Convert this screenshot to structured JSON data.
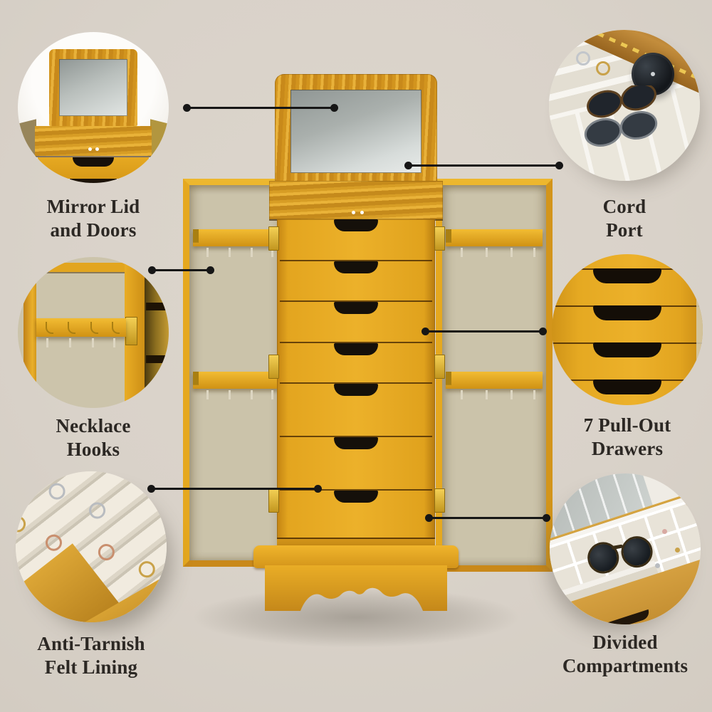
{
  "figure_type": "product-feature-infographic",
  "product": {
    "name": "jewelry armoire",
    "drawer_count_shown": 7,
    "doors_shown": 2,
    "hook_rails_per_door": 2
  },
  "callouts": [
    {
      "id": "mirror-lid",
      "line1": "Mirror Lid",
      "line2": "and Doors"
    },
    {
      "id": "cord-port",
      "line1": "Cord",
      "line2": "Port"
    },
    {
      "id": "necklace-hooks",
      "line1": "Necklace",
      "line2": "Hooks"
    },
    {
      "id": "pull-out-drawers",
      "line1": "7 Pull-Out",
      "line2": "Drawers"
    },
    {
      "id": "felt-lining",
      "line1": "Anti-Tarnish",
      "line2": "Felt Lining"
    },
    {
      "id": "divided-compartments",
      "line1": "Divided",
      "line2": "Compartments"
    }
  ],
  "colors": {
    "background": "#DAD3CA",
    "cabinet_yellow": "#E2A41F",
    "wood_grain": "#D79E2B",
    "door_interior": "#CBC3AA",
    "hinge_gold": "#E8C33C",
    "mirror_grey": "#B9BDBA",
    "handle_dark": "#15100A",
    "text": "#2C2824",
    "connector": "#161616"
  }
}
